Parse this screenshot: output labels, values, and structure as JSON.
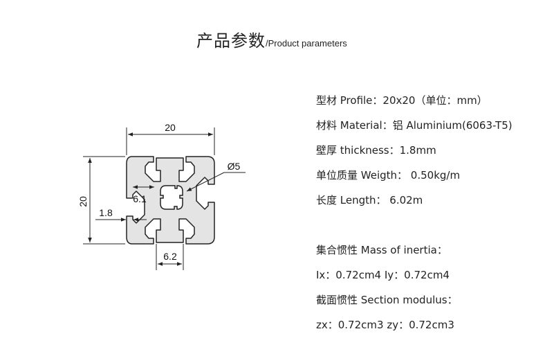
{
  "title": {
    "cn": "产品参数",
    "en": "/Product parameters"
  },
  "dimensions": {
    "width": "20",
    "height": "20",
    "hole": "Ø5",
    "slot_opening": "6.1",
    "wall": "1.8",
    "slot_width": "6.2"
  },
  "params": [
    "型材 Profile：20x20（单位：mm）",
    "材料 Material：铝 Aluminium(6063-T5)",
    "壁厚 thickness：1.8mm",
    "单位质量 Weigth： 0.50kg/m",
    "长度 Length： 6.02m",
    "集合惯性 Mass of inertia：",
    "Ix：0.72cm4   Iy：0.72cm4",
    "截面惯性 Section modulus：",
    "zx：0.72cm3  zy：0.72cm3"
  ],
  "colors": {
    "profile_fill": "#e4e4e4",
    "line": "#222222"
  }
}
